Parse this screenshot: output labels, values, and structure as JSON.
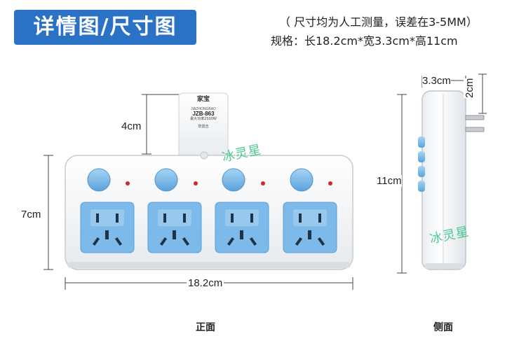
{
  "header": {
    "title": "详情图/尺寸图",
    "note": "（ 尺寸均为人工测量，误差在3-5MM）",
    "spec": "规格：长18.2cm*宽3.3cm*高11cm"
  },
  "front_view": {
    "caption": "正面",
    "width_label": "18.2cm",
    "height_label": "7cm",
    "plug_height_label": "4cm",
    "plug_module_text": {
      "brand": "家宝",
      "pinyin": "JIAZHONGBAO",
      "model": "JZB-863",
      "power": "最大功率2500W",
      "safety": "防雷击"
    },
    "socket_count": 4,
    "watermark": "冰灵星"
  },
  "side_view": {
    "caption": "侧面",
    "depth_label": "3.3cm",
    "pin_label": "2cm",
    "height_label": "11cm",
    "watermark": "冰灵星"
  },
  "colors": {
    "title_bg": "#2a72c6",
    "socket_blue": "#79b8ea",
    "body_white": "#f4f6f8",
    "indicator_red": "#d12a1e",
    "watermark_green": "#2fc37a"
  }
}
